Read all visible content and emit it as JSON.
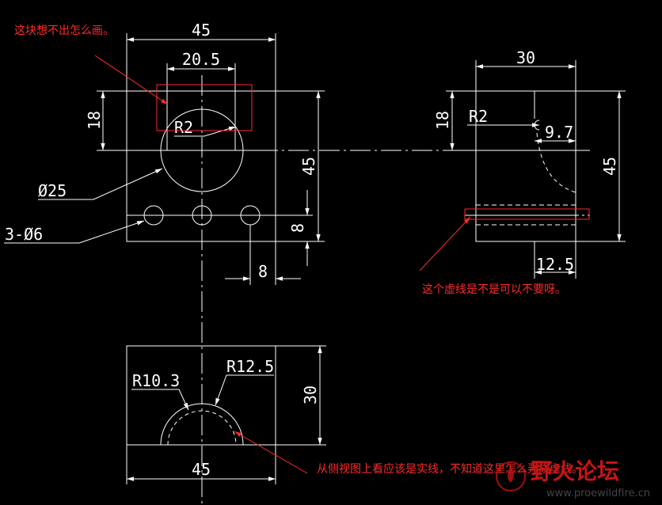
{
  "colors": {
    "background": "#000000",
    "geometry": "#ffffff",
    "markup": "#ff2a2a",
    "watermark": "#c61414"
  },
  "front_view": {
    "dims": {
      "width": "45",
      "slot": "20.5",
      "top_height": "18",
      "height": "45",
      "bottom_offset": "8",
      "hole_offset": "8"
    },
    "labels": {
      "radius": "R2",
      "bore": "Ø25",
      "holes": "3-Ø6"
    },
    "note": "这块想不出怎么画。"
  },
  "side_view": {
    "dims": {
      "width": "30",
      "top_height": "18",
      "height": "45",
      "offset": "9.7",
      "bottom": "12.5"
    },
    "labels": {
      "radius": "R2"
    },
    "note": "这个虚线是不是可以不要呀。"
  },
  "top_view": {
    "dims": {
      "width": "45",
      "height": "30"
    },
    "labels": {
      "outer_radius": "R12.5",
      "inner_radius": "R10.3"
    },
    "note": "从侧视图上看应该是实线，不知道这里怎么弄成虚线。"
  },
  "watermark": {
    "brand": "野火论坛",
    "url": "www.proewildfire.cn"
  }
}
